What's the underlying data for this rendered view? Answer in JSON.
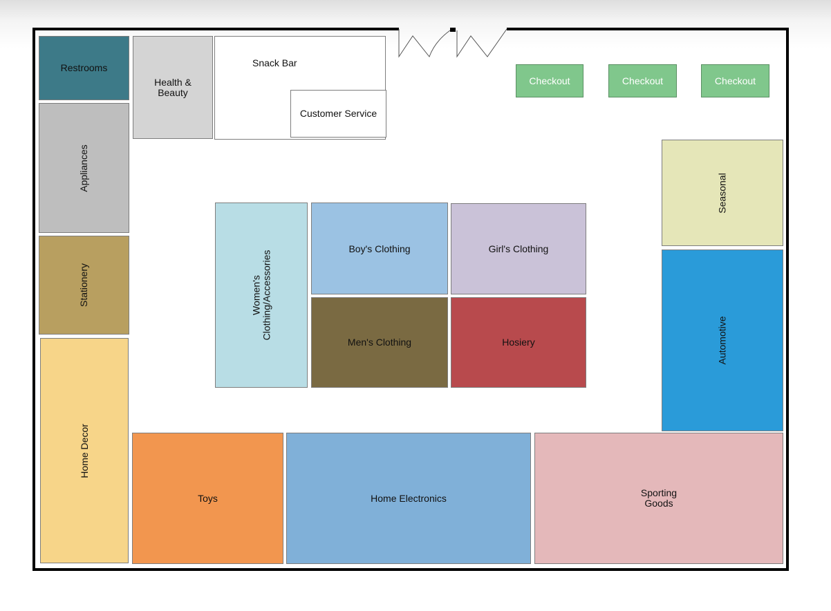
{
  "store_map": {
    "departments": {
      "restrooms": {
        "label": "Restrooms",
        "color": "#3d7a88"
      },
      "health_beauty": {
        "label": "Health &\nBeauty",
        "color": "#d4d4d4"
      },
      "snack_bar": {
        "label": "Snack Bar",
        "color": "#ffffff"
      },
      "customer_service": {
        "label": "Customer Service",
        "color": "#ffffff"
      },
      "appliances": {
        "label": "Appliances",
        "color": "#bebebe"
      },
      "stationery": {
        "label": "Stationery",
        "color": "#b89f60"
      },
      "home_decor": {
        "label": "Home Decor",
        "color": "#f7d589"
      },
      "womens_clothing": {
        "label": "Women's\nClothing/Accessories",
        "color": "#b8dde5"
      },
      "boys_clothing": {
        "label": "Boy's Clothing",
        "color": "#9bc2e3"
      },
      "girls_clothing": {
        "label": "Girl's Clothing",
        "color": "#cac2d8"
      },
      "mens_clothing": {
        "label": "Men's Clothing",
        "color": "#7a6a42"
      },
      "hosiery": {
        "label": "Hosiery",
        "color": "#b84a4d"
      },
      "seasonal": {
        "label": "Seasonal",
        "color": "#e5e6b8"
      },
      "automotive": {
        "label": "Automotive",
        "color": "#2a9bd9"
      },
      "toys": {
        "label": "Toys",
        "color": "#f2964f"
      },
      "home_electronics": {
        "label": "Home Electronics",
        "color": "#80b0d8"
      },
      "sporting_goods": {
        "label": "Sporting\nGoods",
        "color": "#e4b8ba"
      }
    },
    "checkouts": [
      {
        "label": "Checkout"
      },
      {
        "label": "Checkout"
      },
      {
        "label": "Checkout"
      }
    ],
    "checkout_color": "#80c78c",
    "wall_color": "#000000"
  }
}
